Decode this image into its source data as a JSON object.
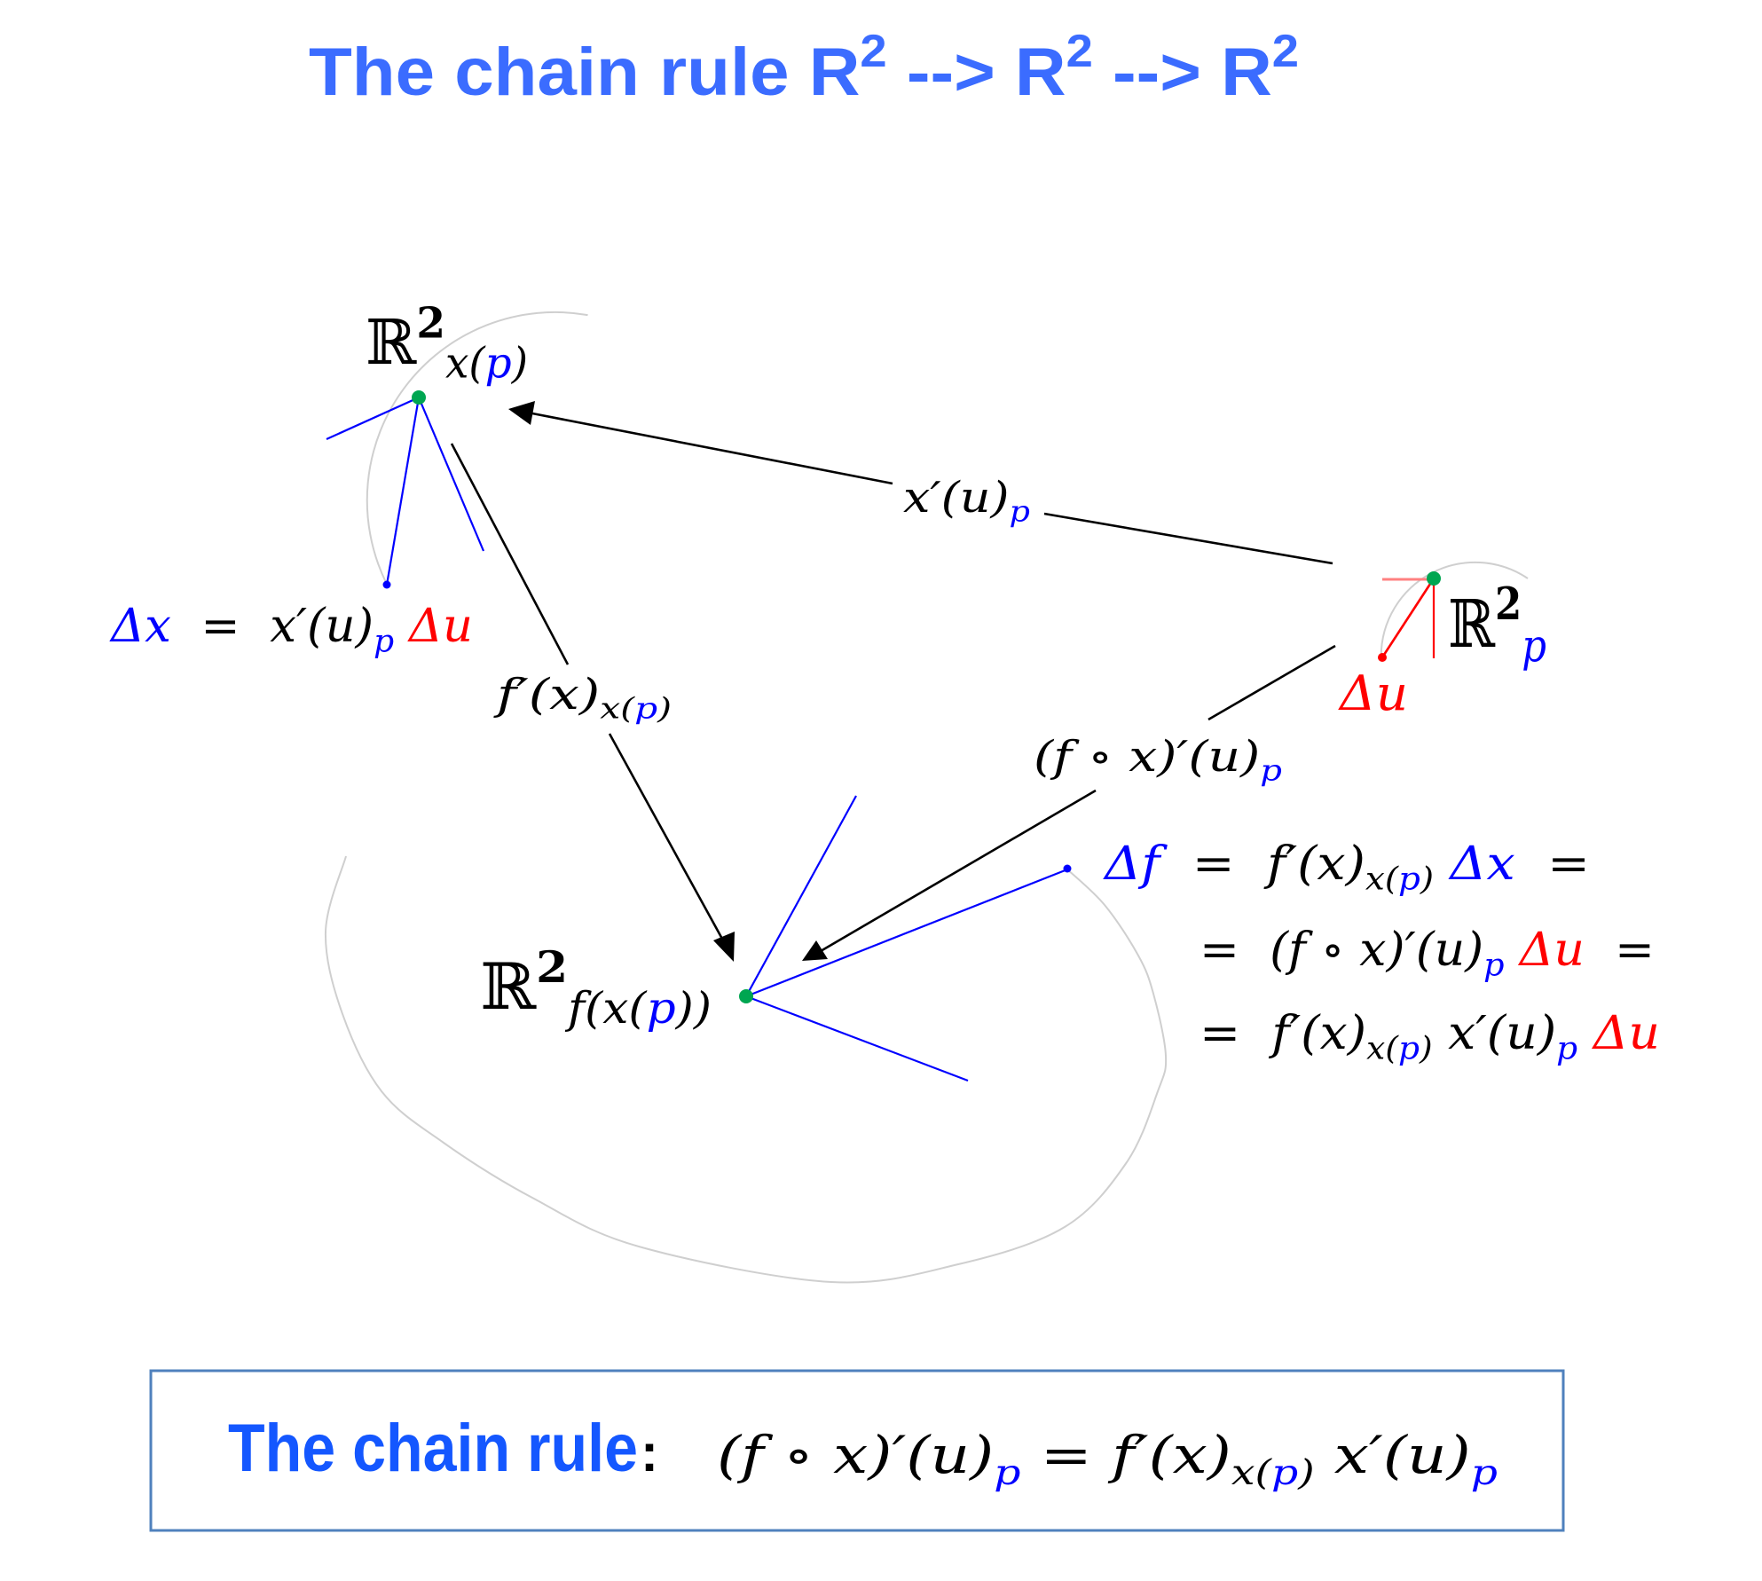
{
  "colors": {
    "title_blue": "#3b6cff",
    "box_title_blue": "#1457ff",
    "math_black": "#000000",
    "math_blue": "#0000ff",
    "math_red": "#ff0000",
    "point_green": "#00a651",
    "box_border": "#4f81bd"
  },
  "title": {
    "segments": [
      {
        "t": "The chain rule R",
        "lvl": 0
      },
      {
        "t": "2",
        "lvl": 1
      },
      {
        "t": " --> R",
        "lvl": 0
      },
      {
        "t": "2",
        "lvl": 1
      },
      {
        "t": " --> R",
        "lvl": 0
      },
      {
        "t": "2",
        "lvl": 1
      }
    ]
  },
  "spaces": {
    "domain_label": [
      {
        "t": "ℝ",
        "c": "k",
        "lvl": 0,
        "bb": true
      },
      {
        "t": "2",
        "c": "k",
        "lvl": 1,
        "up": true
      },
      {
        "t": "p",
        "c": "b",
        "lvl": -1
      }
    ],
    "middle_label": [
      {
        "t": "ℝ",
        "c": "k",
        "lvl": 0,
        "bb": true
      },
      {
        "t": "2",
        "c": "k",
        "lvl": 1,
        "up": true
      },
      {
        "t": "x(",
        "c": "k",
        "lvl": -1
      },
      {
        "t": "p",
        "c": "b",
        "lvl": -1
      },
      {
        "t": ")",
        "c": "k",
        "lvl": -1
      }
    ],
    "target_label": [
      {
        "t": "ℝ",
        "c": "k",
        "lvl": 0,
        "bb": true
      },
      {
        "t": "2",
        "c": "k",
        "lvl": 1,
        "up": true
      },
      {
        "t": "f(x(",
        "c": "k",
        "lvl": -1
      },
      {
        "t": "p",
        "c": "b",
        "lvl": -1
      },
      {
        "t": "))",
        "c": "k",
        "lvl": -1
      }
    ]
  },
  "maps": {
    "x_derivative": [
      {
        "t": "x′(u)",
        "c": "k",
        "lvl": 0
      },
      {
        "t": "p",
        "c": "b",
        "lvl": -1
      }
    ],
    "f_derivative": [
      {
        "t": "f′(x)",
        "c": "k",
        "lvl": 0
      },
      {
        "t": "x(",
        "c": "k",
        "lvl": -1
      },
      {
        "t": "p",
        "c": "b",
        "lvl": -1
      },
      {
        "t": ")",
        "c": "k",
        "lvl": -1
      }
    ],
    "composite_derivative": [
      {
        "t": "(f ∘ x)′(u)",
        "c": "k",
        "lvl": 0
      },
      {
        "t": "p",
        "c": "b",
        "lvl": -1
      }
    ]
  },
  "increments": {
    "delta_u": [
      {
        "t": "Δu",
        "c": "r",
        "lvl": 0
      }
    ],
    "delta_x_equation": [
      {
        "t": "Δx",
        "c": "b",
        "lvl": 0
      },
      {
        "t": "  =  x′(u)",
        "c": "k",
        "lvl": 0
      },
      {
        "t": "p",
        "c": "b",
        "lvl": -1
      },
      {
        "t": " Δu",
        "c": "r",
        "lvl": 0
      }
    ],
    "delta_f_rows": [
      [
        {
          "t": "Δf",
          "c": "b",
          "lvl": 0
        },
        {
          "t": "  =  f′(x)",
          "c": "k",
          "lvl": 0
        },
        {
          "t": "x(",
          "c": "k",
          "lvl": -1
        },
        {
          "t": "p",
          "c": "b",
          "lvl": -1
        },
        {
          "t": ")",
          "c": "k",
          "lvl": -1
        },
        {
          "t": " Δx",
          "c": "b",
          "lvl": 0
        },
        {
          "t": "  =",
          "c": "k",
          "lvl": 0
        }
      ],
      [
        {
          "t": "=  (f ∘ x)′(u)",
          "c": "k",
          "lvl": 0
        },
        {
          "t": "p",
          "c": "b",
          "lvl": -1
        },
        {
          "t": " Δu",
          "c": "r",
          "lvl": 0
        },
        {
          "t": "  =",
          "c": "k",
          "lvl": 0
        }
      ],
      [
        {
          "t": "=  f′(x)",
          "c": "k",
          "lvl": 0
        },
        {
          "t": "x(",
          "c": "k",
          "lvl": -1
        },
        {
          "t": "p",
          "c": "b",
          "lvl": -1
        },
        {
          "t": ")",
          "c": "k",
          "lvl": -1
        },
        {
          "t": " x′(u)",
          "c": "k",
          "lvl": 0
        },
        {
          "t": "p",
          "c": "b",
          "lvl": -1
        },
        {
          "t": " Δu",
          "c": "r",
          "lvl": 0
        }
      ]
    ]
  },
  "summary_box": {
    "label": "The chain rule",
    "colon": ":",
    "formula": [
      {
        "t": "(f ∘ x)′(u)",
        "c": "k",
        "lvl": 0
      },
      {
        "t": "p",
        "c": "b",
        "lvl": -1
      },
      {
        "t": " = f′(x)",
        "c": "k",
        "lvl": 0
      },
      {
        "t": "x(",
        "c": "k",
        "lvl": -1
      },
      {
        "t": "p",
        "c": "b",
        "lvl": -1
      },
      {
        "t": ")",
        "c": "k",
        "lvl": -1
      },
      {
        "t": " x′(u)",
        "c": "k",
        "lvl": 0
      },
      {
        "t": "p",
        "c": "b",
        "lvl": -1
      }
    ]
  }
}
